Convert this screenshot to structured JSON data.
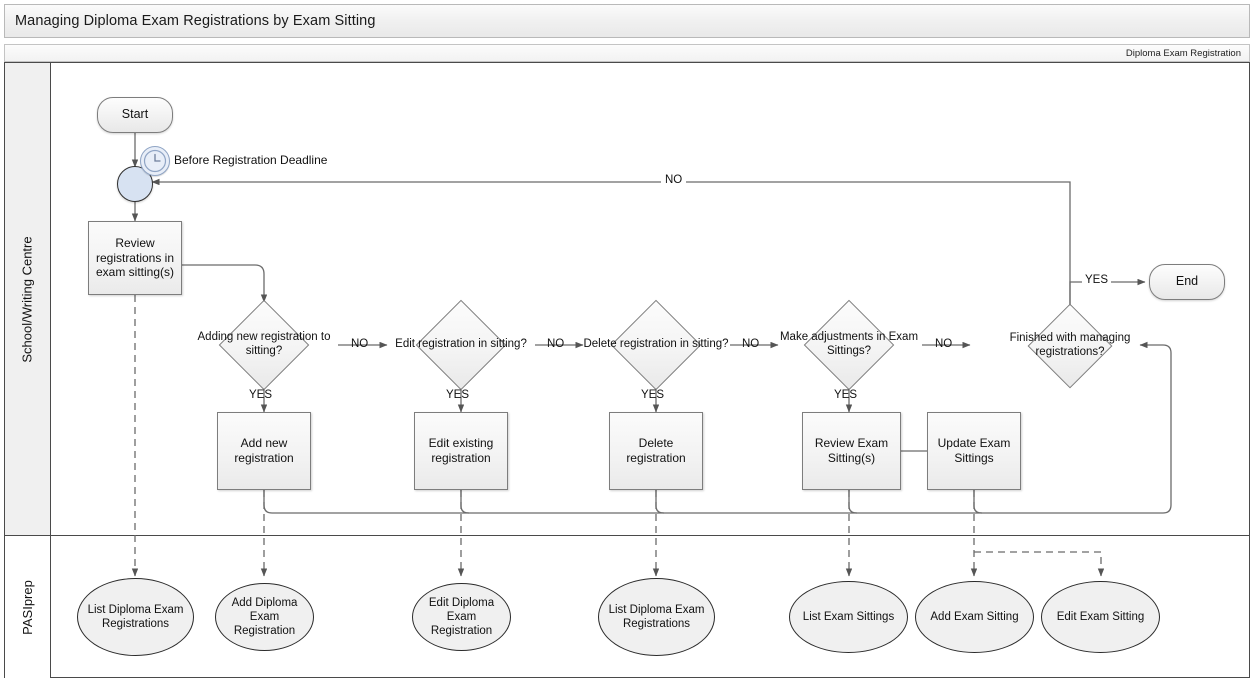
{
  "window": {
    "title": "Managing Diploma Exam Registrations by Exam Sitting",
    "phase_label": "Diploma Exam Registration"
  },
  "lanes": [
    {
      "id": "school",
      "label": "School/Writing Centre"
    },
    {
      "id": "pasiprep",
      "label": "PASIprep"
    }
  ],
  "colors": {
    "event_fill": "#d7e2f2",
    "node_fill": "#f2f2f2",
    "ellipse_fill": "#f0f0f0",
    "border": "#7d7d7d",
    "connector": "#6b6b6b",
    "lane_header_fill": "#f0f0f0"
  },
  "nodes": {
    "start": {
      "label": "Start",
      "type": "terminator"
    },
    "end": {
      "label": "End",
      "type": "terminator"
    },
    "timer_event": {
      "label": "",
      "type": "event",
      "annotation": "Before Registration Deadline"
    },
    "review_registrations": {
      "label": "Review registrations in exam sitting(s)",
      "type": "task"
    },
    "add_new_registration": {
      "label": "Add new registration",
      "type": "task"
    },
    "edit_existing_registration": {
      "label": "Edit existing registration",
      "type": "task"
    },
    "delete_registration": {
      "label": "Delete registration",
      "type": "task"
    },
    "review_exam_sittings": {
      "label": "Review Exam Sitting(s)",
      "type": "task"
    },
    "update_exam_sittings": {
      "label": "Update Exam Sittings",
      "type": "task"
    }
  },
  "decisions": [
    {
      "id": "adding-new",
      "label": "Adding new registration to sitting?",
      "yes": "YES",
      "no": "NO"
    },
    {
      "id": "edit-registration",
      "label": "Edit registration in sitting?",
      "yes": "YES",
      "no": "NO"
    },
    {
      "id": "delete-registration",
      "label": "Delete registration in sitting?",
      "yes": "YES",
      "no": "NO"
    },
    {
      "id": "make-adjustments",
      "label": "Make adjustments in Exam Sittings?",
      "yes": "YES",
      "no": "NO"
    },
    {
      "id": "finished-managing",
      "label": "Finished with managing registrations?",
      "yes": "YES",
      "no": "NO"
    }
  ],
  "system_actions": [
    {
      "id": "list-diploma-exam-registrations-1",
      "label": "List Diploma Exam Registrations"
    },
    {
      "id": "add-diploma-exam-registration",
      "label": "Add Diploma Exam Registration"
    },
    {
      "id": "edit-diploma-exam-registration",
      "label": "Edit Diploma Exam Registration"
    },
    {
      "id": "list-diploma-exam-registrations-2",
      "label": "List Diploma Exam Registrations"
    },
    {
      "id": "list-exam-sittings",
      "label": "List Exam Sittings"
    },
    {
      "id": "add-exam-sitting",
      "label": "Add Exam Sitting"
    },
    {
      "id": "edit-exam-sitting",
      "label": "Edit Exam Sitting"
    }
  ],
  "edge_labels": {
    "no_1": "NO",
    "no_2": "NO",
    "no_3": "NO",
    "no_4": "NO",
    "no_loop": "NO",
    "yes_1": "YES",
    "yes_2": "YES",
    "yes_3": "YES",
    "yes_4": "YES",
    "yes_end": "YES"
  }
}
